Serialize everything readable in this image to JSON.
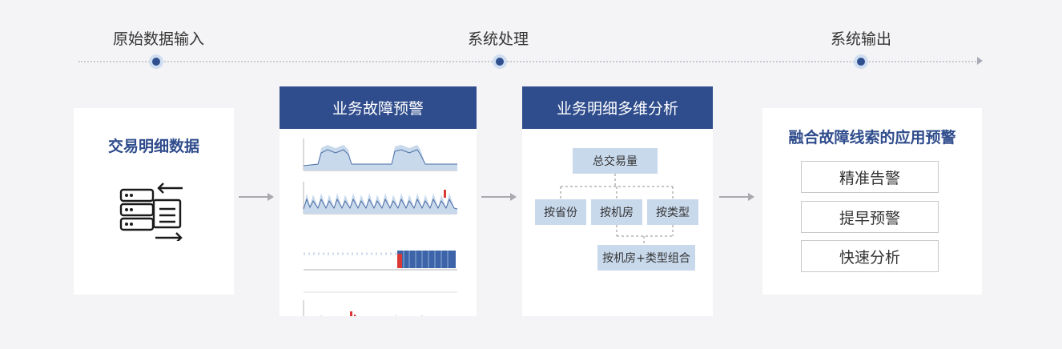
{
  "stages": {
    "input": "原始数据输入",
    "process": "系统处理",
    "output": "系统输出"
  },
  "cards": {
    "source": {
      "title": "交易明细数据",
      "icon": "server-data-exchange-icon"
    },
    "alert": {
      "title": "业务故障预警",
      "charts": [
        "time-series-chart",
        "time-series-chart",
        "time-series-chart",
        "time-series-chart"
      ]
    },
    "analysis": {
      "title": "业务明细多维分析",
      "root": "总交易量",
      "branches": [
        "按省份",
        "按机房",
        "按类型"
      ],
      "combo": "按机房+类型组合"
    },
    "output": {
      "title": "融合故障线索的应用预警",
      "items": [
        "精准告警",
        "提早预警",
        "快速分析"
      ]
    }
  },
  "colors": {
    "primary": "#2f4c8c",
    "band": "#c9d9ec",
    "alert": "#d93a35"
  }
}
